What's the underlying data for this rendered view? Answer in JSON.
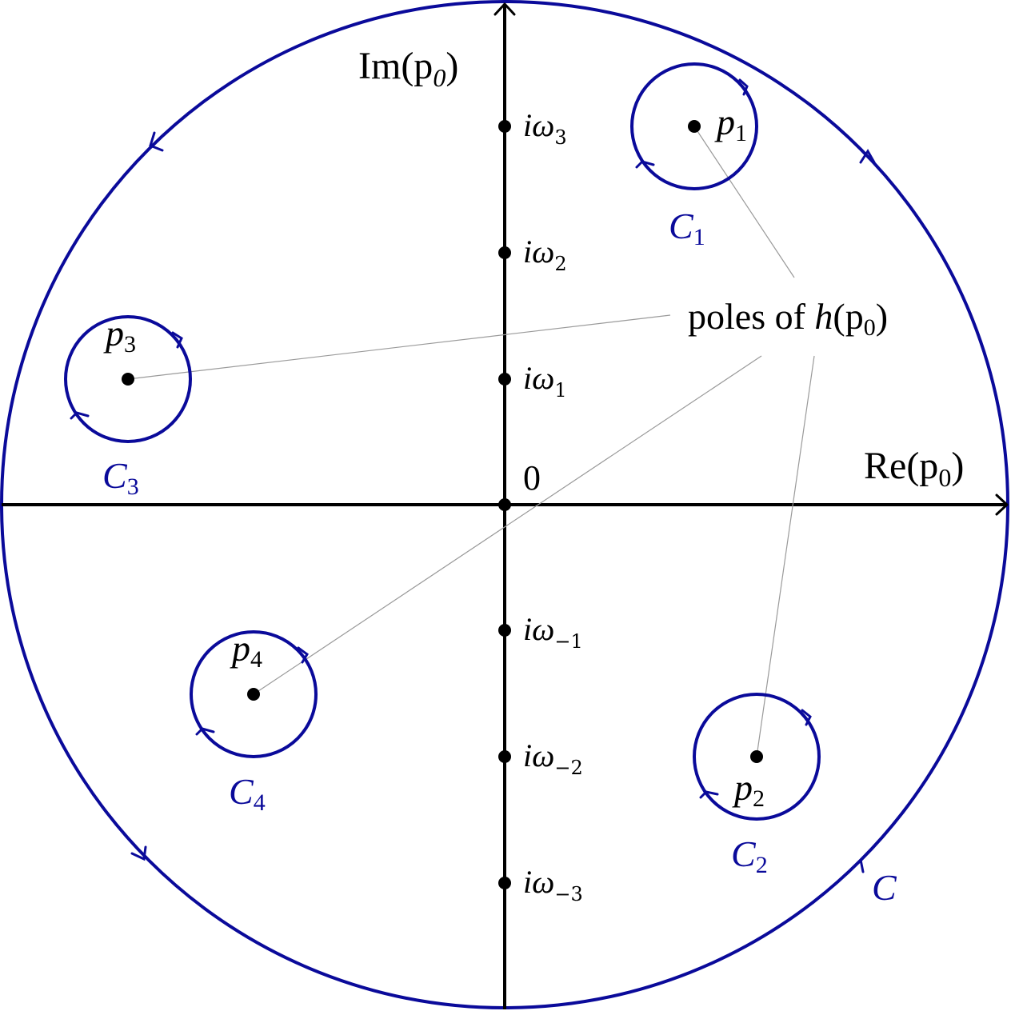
{
  "axes": {
    "real_label": "Re(p",
    "real_sub": "0",
    "real_close": ")",
    "imag_label": "Im(p",
    "imag_sub": "0",
    "imag_close": ")",
    "origin_label": "0"
  },
  "tick_prefix": "iω",
  "ticks": [
    {
      "sub": "3",
      "value": 3
    },
    {
      "sub": "2",
      "value": 2
    },
    {
      "sub": "1",
      "value": 1
    },
    {
      "sub": "−1",
      "value": -1
    },
    {
      "sub": "−2",
      "value": -2
    },
    {
      "sub": "−3",
      "value": -3
    }
  ],
  "poles": [
    {
      "name": "p",
      "sub": "1",
      "contour": "C",
      "contour_sub": "1"
    },
    {
      "name": "p",
      "sub": "2",
      "contour": "C",
      "contour_sub": "2"
    },
    {
      "name": "p",
      "sub": "3",
      "contour": "C",
      "contour_sub": "3"
    },
    {
      "name": "p",
      "sub": "4",
      "contour": "C",
      "contour_sub": "4"
    }
  ],
  "annotation": {
    "text": "poles of ",
    "func": "h",
    "arg_open": "(p",
    "arg_sub": "0",
    "arg_close": ")"
  },
  "outer_contour": {
    "label": "C"
  },
  "colors": {
    "contour": "#0a0a9a",
    "axis": "#000000",
    "leader": "#9a9a9a"
  }
}
